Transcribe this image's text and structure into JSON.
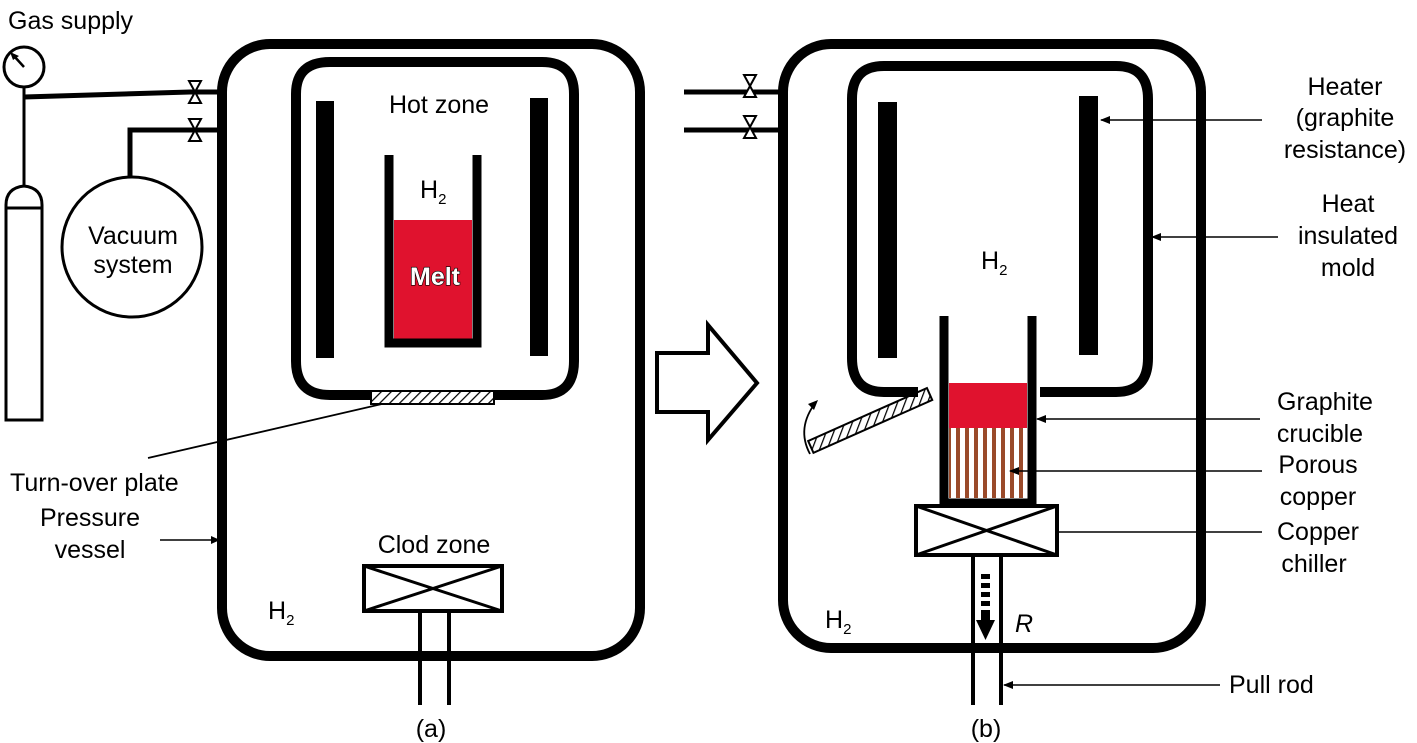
{
  "colors": {
    "melt": "#e0122e",
    "porous_copper": "#9a4a2a",
    "line": "#000000",
    "background": "#ffffff"
  },
  "labels": {
    "gas_supply": "Gas supply",
    "vacuum_line1": "Vacuum",
    "vacuum_line2": "system",
    "hot_zone": "Hot zone",
    "h2_main": "H",
    "h2_sub": "2",
    "melt": "Melt",
    "turn_over_plate": "Turn-over plate",
    "pressure_line1": "Pressure",
    "pressure_line2": "vessel",
    "clod_zone": "Clod zone",
    "caption_a": "(a)",
    "caption_b": "(b)",
    "heater_line1": "Heater",
    "heater_line2": "(graphite",
    "heater_line3": "resistance)",
    "insulated_line1": "Heat",
    "insulated_line2": "insulated",
    "insulated_line3": "mold",
    "crucible_line1": "Graphite",
    "crucible_line2": "crucible",
    "porous_line1": "Porous",
    "porous_line2": "copper",
    "chiller_line1": "Copper",
    "chiller_line2": "chiller",
    "pull_rod": "Pull rod",
    "rate": "R"
  },
  "icons": {
    "gauge": "pressure-gauge-icon",
    "valve": "valve-icon",
    "cylinder": "gas-cylinder-icon",
    "chiller": "crossed-box-icon",
    "arrow": "process-arrow-icon"
  }
}
